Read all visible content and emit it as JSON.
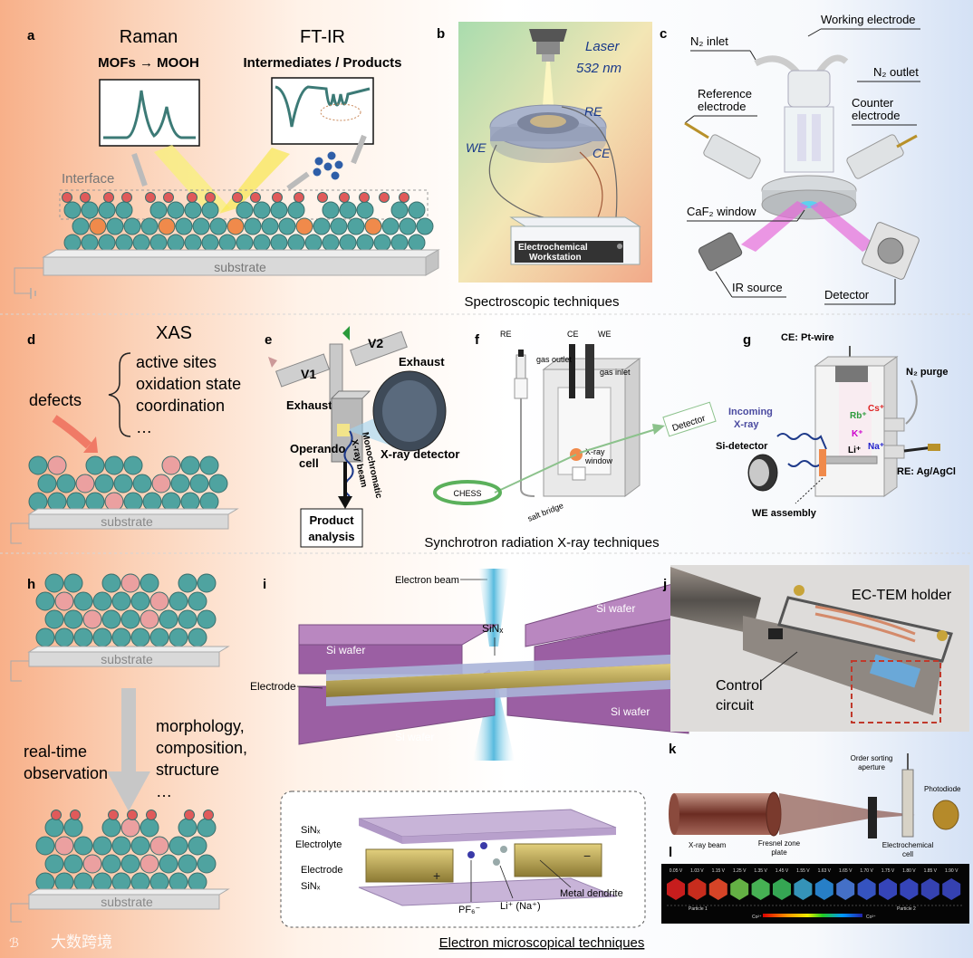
{
  "panel_letters": {
    "a": "a",
    "b": "b",
    "c": "c",
    "d": "d",
    "e": "e",
    "f": "f",
    "g": "g",
    "h": "h",
    "i": "i",
    "j": "j",
    "k": "k",
    "l": "l"
  },
  "panel_a": {
    "raman": "Raman",
    "raman_sub": "MOFs → MOOH",
    "ftir": "FT-IR",
    "ftir_sub": "Intermediates / Products",
    "interface": "Interface",
    "substrate": "substrate"
  },
  "panel_b": {
    "laser1": "Laser",
    "laser2": "532 nm",
    "re": "RE",
    "we": "WE",
    "ce": "CE",
    "ws1": "Electrochemical",
    "ws2": "Workstation"
  },
  "panel_c": {
    "n2_inlet": "N₂ inlet",
    "working": "Working electrode",
    "n2_outlet": "N₂ outlet",
    "reference1": "Reference",
    "reference2": "electrode",
    "counter1": "Counter",
    "counter2": "electrode",
    "caf2": "CaF₂ window",
    "ir": "IR source",
    "detector": "Detector"
  },
  "section1": "Spectroscopic techniques",
  "panel_d": {
    "xas": "XAS",
    "item1": "active sites",
    "item2": "oxidation state",
    "item3": "coordination",
    "item4": "…",
    "defects": "defects",
    "substrate": "substrate"
  },
  "panel_e": {
    "v1": "V1",
    "v2": "V2",
    "exhaust1": "Exhaust",
    "exhaust2": "Exhaust",
    "operando1": "Operando",
    "operando2": "cell",
    "detector": "X-ray detector",
    "mono1": "Monochromatic",
    "mono2": "X-ray beam",
    "product1": "Product",
    "product2": "analysis"
  },
  "panel_f": {
    "re": "RE",
    "ce": "CE",
    "we": "WE",
    "gas_outlet": "gas outlet",
    "gas_inlet": "gas inlet",
    "detector": "Detector",
    "xw1": "X-ray",
    "xw2": "window",
    "chess": "CHESS",
    "salt": "salt bridge"
  },
  "panel_g": {
    "ce": "CE: Pt-wire",
    "n2": "N₂ purge",
    "incoming1": "Incoming",
    "incoming2": "X-ray",
    "rb": "Rb⁺",
    "cs": "Cs⁺",
    "k": "K⁺",
    "na": "Na⁺",
    "li": "Li⁺",
    "si": "Si-detector",
    "re": "RE: Ag/AgCl",
    "we": "WE assembly"
  },
  "section2": "Synchrotron radiation X-ray techniques",
  "panel_h": {
    "substrate_top": "substrate",
    "rt1": "real-time",
    "rt2": "observation",
    "m1": "morphology,",
    "m2": "composition,",
    "m3": "structure",
    "m4": "…",
    "substrate_bottom": "substrate"
  },
  "panel_i": {
    "ebeam": "Electron beam",
    "sinx": "SiNₓ",
    "electrode": "Electrode",
    "si1": "Si wafer",
    "si2": "Si wafer",
    "si3": "Si wafer",
    "si4": "Si wafer",
    "z_sinx1": "SiNₓ",
    "z_electrolyte": "Electrolyte",
    "z_electrode": "Electrode",
    "z_sinx2": "SiNₓ",
    "pf6": "PF₆⁻",
    "li": "Li⁺ (Na⁺)",
    "dendrite": "Metal dendrite"
  },
  "panel_j": {
    "holder": "EC-TEM holder",
    "control1": "Control",
    "control2": "circuit"
  },
  "panel_k": {
    "order1": "Order sorting",
    "order2": "aperture",
    "photodiode": "Photodiode",
    "xray": "X-ray beam",
    "fresnel1": "Fresnel zone",
    "fresnel2": "plate",
    "ec1": "Electrochemical",
    "ec2": "cell"
  },
  "panel_l": {
    "voltages": [
      "0.05 V",
      "1.03 V",
      "1.15 V",
      "1.25 V",
      "1.35 V",
      "1.45 V",
      "1.55 V",
      "1.63 V",
      "1.65 V",
      "1.70 V",
      "1.75 V",
      "1.80 V",
      "1.85 V",
      "1.90 V"
    ],
    "particle1": "Particle 1",
    "particle2": "Particle 2",
    "co2": "Co²⁺",
    "co3": "Co³⁺"
  },
  "section3": "Electron microscopical techniques",
  "watermark": "大数跨境",
  "colors": {
    "atom_teal": "#4fa3a0",
    "atom_orange": "#f08a4b",
    "atom_red": "#e06a6a",
    "atom_pink": "#eba0a0",
    "si_wafer": "#9b5fa3",
    "electrode_gold": "#c6b15a"
  }
}
